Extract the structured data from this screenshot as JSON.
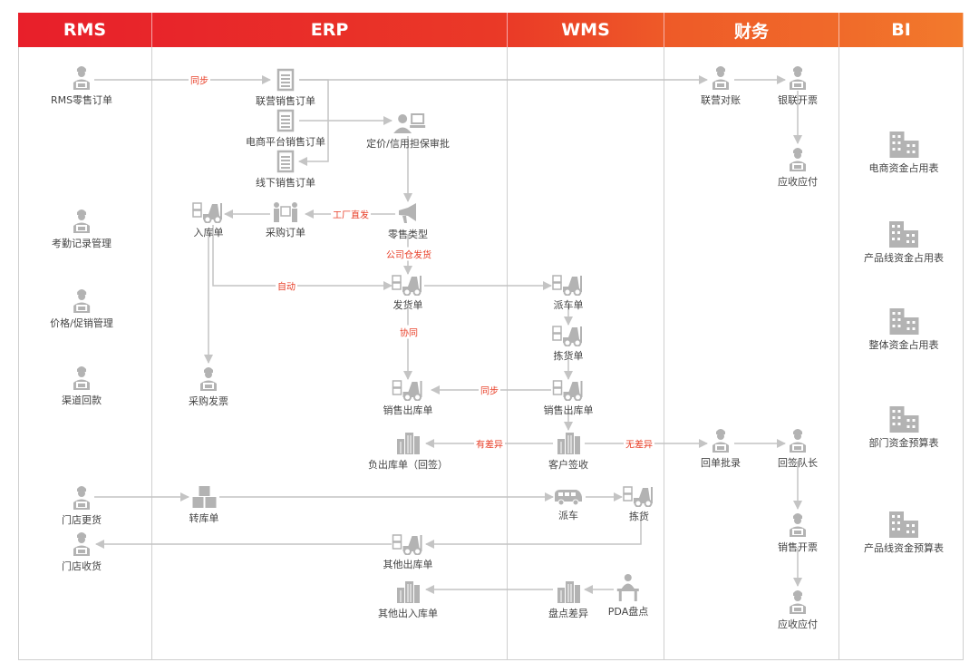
{
  "lanes": [
    {
      "id": "rms",
      "title": "RMS",
      "color": "#e8242a"
    },
    {
      "id": "erp",
      "title": "ERP",
      "color": "#ea3a27"
    },
    {
      "id": "wms",
      "title": "WMS",
      "color": "#ee5a28"
    },
    {
      "id": "finance",
      "title": "财务",
      "color": "#f06a2a"
    },
    {
      "id": "bi",
      "title": "BI",
      "color": "#f27a2c"
    }
  ],
  "colors": {
    "line": "#c4c4c4",
    "icon": "#b3b3b3",
    "edge_label": "#e8402a",
    "text": "#444444"
  },
  "nodes": [
    {
      "id": "rms_order",
      "label": "RMS零售订单",
      "icon": "person-laptop-icon"
    },
    {
      "id": "attendance",
      "label": "考勤记录管理",
      "icon": "person-laptop-icon"
    },
    {
      "id": "price",
      "label": "价格/促销管理",
      "icon": "person-laptop-icon"
    },
    {
      "id": "channel",
      "label": "渠道回款",
      "icon": "person-laptop-icon"
    },
    {
      "id": "store_change",
      "label": "门店更货",
      "icon": "person-laptop-icon"
    },
    {
      "id": "store_receive",
      "label": "门店收货",
      "icon": "person-laptop-icon"
    },
    {
      "id": "joint_order",
      "label": "联营销售订单",
      "icon": "document-icon"
    },
    {
      "id": "ecom_order",
      "label": "电商平台销售订单",
      "icon": "document-icon"
    },
    {
      "id": "offline_order",
      "label": "线下销售订单",
      "icon": "document-icon"
    },
    {
      "id": "approval",
      "label": "定价/信用担保审批",
      "icon": "person-computer-icon"
    },
    {
      "id": "retail_type",
      "label": "零售类型",
      "icon": "megaphone-icon"
    },
    {
      "id": "purchase_order",
      "label": "采购订单",
      "icon": "handover-icon"
    },
    {
      "id": "inbound",
      "label": "入库单",
      "icon": "forklift-icon"
    },
    {
      "id": "delivery",
      "label": "发货单",
      "icon": "forklift-icon"
    },
    {
      "id": "purchase_invoice",
      "label": "采购发票",
      "icon": "person-laptop-icon"
    },
    {
      "id": "erp_sales_out",
      "label": "销售出库单",
      "icon": "forklift-icon"
    },
    {
      "id": "neg_out",
      "label": "负出库单（回签）",
      "icon": "building-icon"
    },
    {
      "id": "transfer",
      "label": "转库单",
      "icon": "boxes-icon"
    },
    {
      "id": "other_out",
      "label": "其他出库单",
      "icon": "forklift-icon"
    },
    {
      "id": "other_inout",
      "label": "其他出入库单",
      "icon": "building-icon"
    },
    {
      "id": "dispatch_order",
      "label": "派车单",
      "icon": "forklift-icon"
    },
    {
      "id": "pick_order",
      "label": "拣货单",
      "icon": "forklift-icon"
    },
    {
      "id": "wms_sales_out",
      "label": "销售出库单",
      "icon": "forklift-icon"
    },
    {
      "id": "customer_sign",
      "label": "客户签收",
      "icon": "building-icon"
    },
    {
      "id": "dispatch_car",
      "label": "派车",
      "icon": "van-icon"
    },
    {
      "id": "picking",
      "label": "拣货",
      "icon": "forklift-icon"
    },
    {
      "id": "stock_diff",
      "label": "盘点差异",
      "icon": "building-icon"
    },
    {
      "id": "pda",
      "label": "PDA盘点",
      "icon": "person-desk-icon"
    },
    {
      "id": "joint_recon",
      "label": "联营对账",
      "icon": "person-laptop-icon"
    },
    {
      "id": "unionpay_invoice",
      "label": "银联开票",
      "icon": "person-laptop-icon"
    },
    {
      "id": "receivable1",
      "label": "应收应付",
      "icon": "person-laptop-icon"
    },
    {
      "id": "receipt_batch",
      "label": "回单批录",
      "icon": "person-laptop-icon"
    },
    {
      "id": "receipt_captain",
      "label": "回签队长",
      "icon": "person-laptop-icon"
    },
    {
      "id": "sales_invoice",
      "label": "销售开票",
      "icon": "person-laptop-icon"
    },
    {
      "id": "receivable2",
      "label": "应收应付",
      "icon": "person-laptop-icon"
    },
    {
      "id": "bi1",
      "label": "电商资金占用表",
      "icon": "office-building-icon"
    },
    {
      "id": "bi2",
      "label": "产品线资金占用表",
      "icon": "office-building-icon"
    },
    {
      "id": "bi3",
      "label": "整体资金占用表",
      "icon": "office-building-icon"
    },
    {
      "id": "bi4",
      "label": "部门资金预算表",
      "icon": "office-building-icon"
    },
    {
      "id": "bi5",
      "label": "产品线资金预算表",
      "icon": "office-building-icon"
    }
  ],
  "edge_labels": [
    {
      "id": "sync1",
      "text": "同步"
    },
    {
      "id": "factory",
      "text": "工厂直发"
    },
    {
      "id": "company_wh",
      "text": "公司仓发货"
    },
    {
      "id": "auto",
      "text": "自动"
    },
    {
      "id": "collab",
      "text": "协同"
    },
    {
      "id": "sync2",
      "text": "同步"
    },
    {
      "id": "has_diff",
      "text": "有差异"
    },
    {
      "id": "no_diff",
      "text": "无差异"
    }
  ]
}
